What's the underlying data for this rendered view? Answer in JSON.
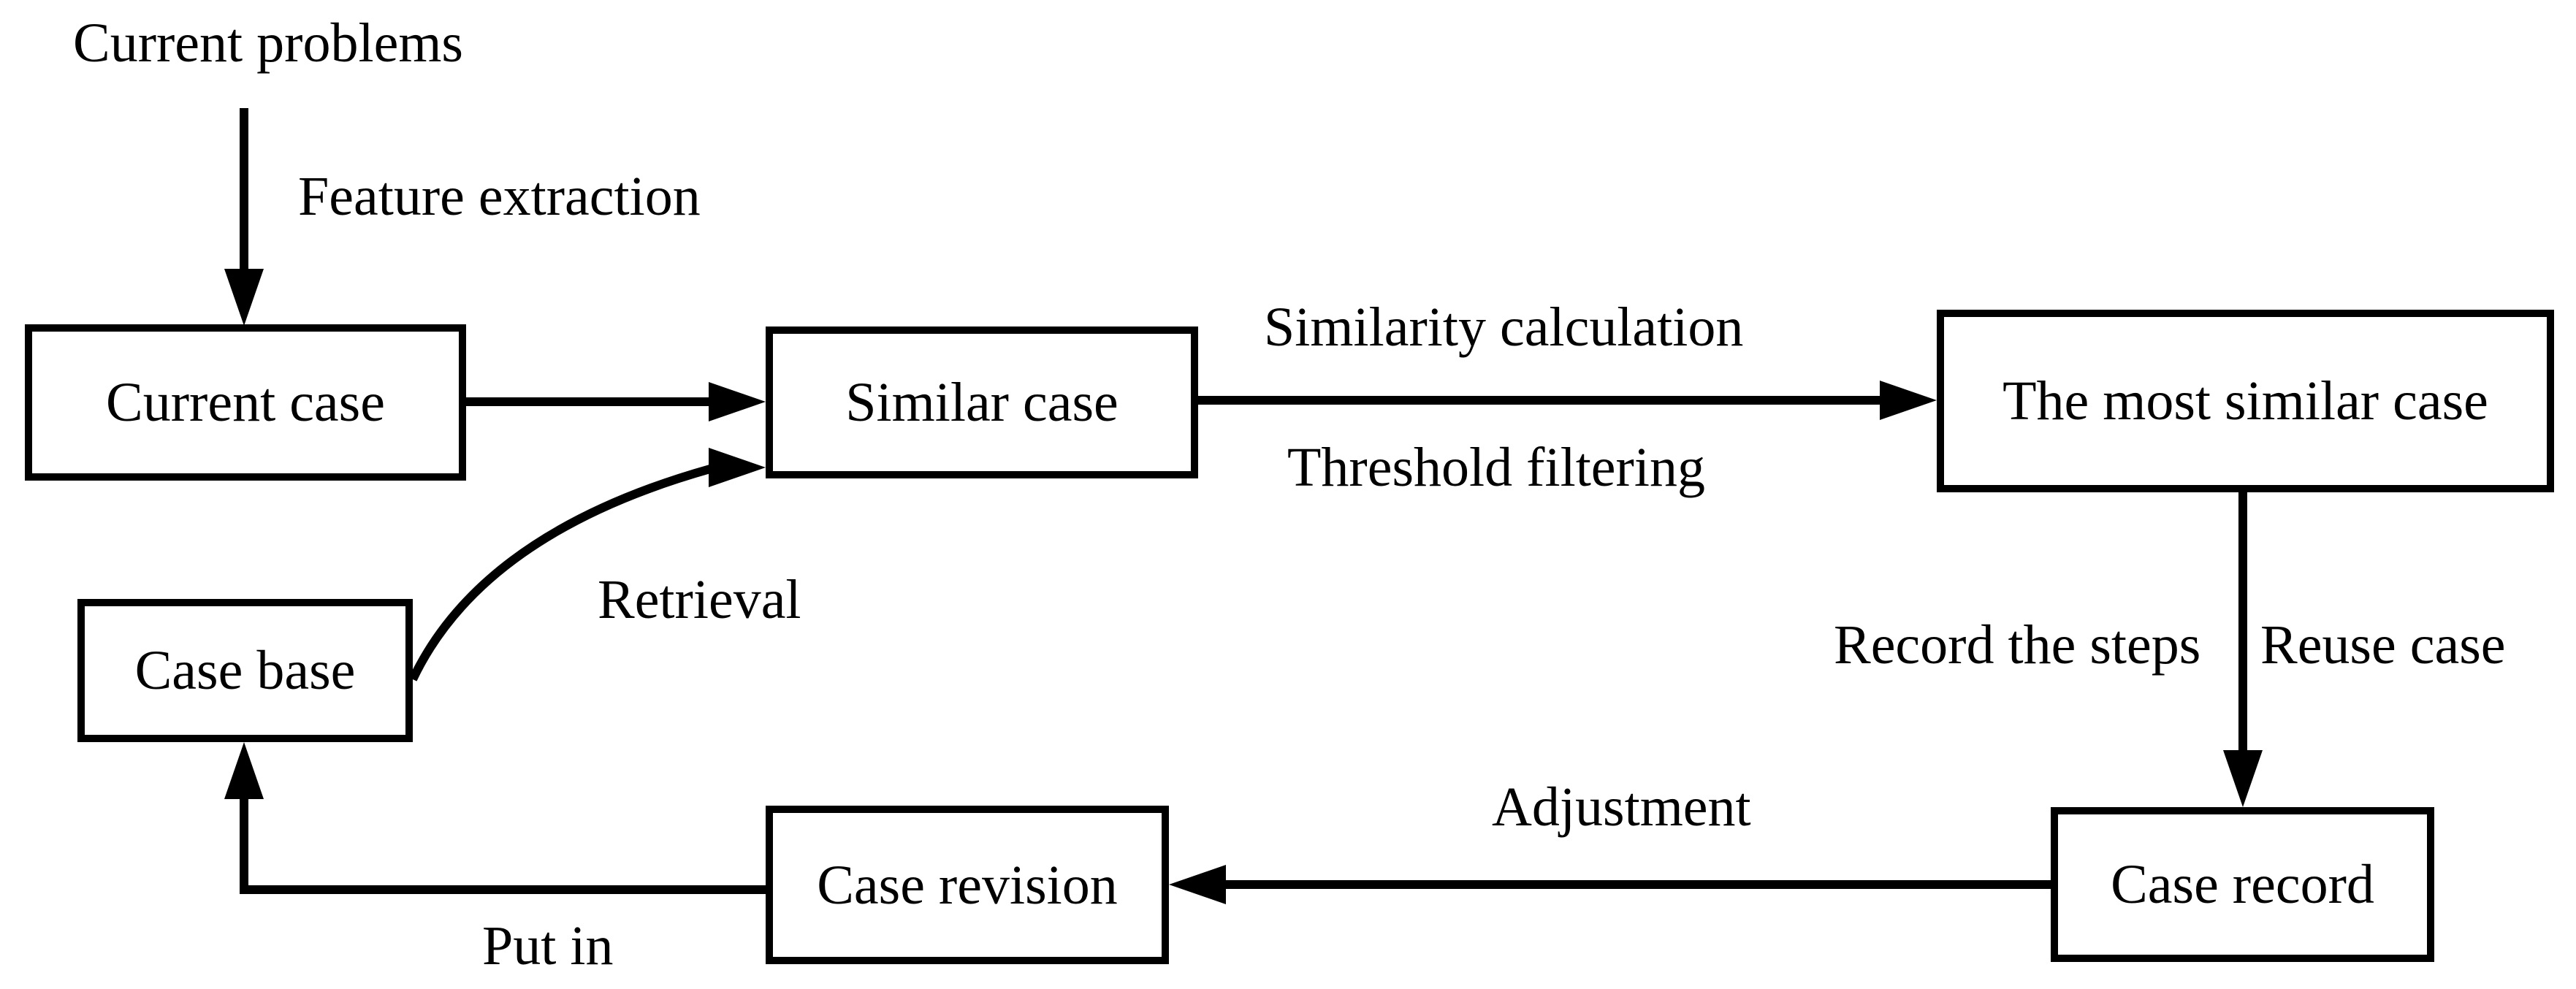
{
  "colors": {
    "ink": "#000000",
    "background": "#ffffff"
  },
  "nodes": {
    "current_case": {
      "label": "Current case"
    },
    "similar_case": {
      "label": "Similar case"
    },
    "most_similar_case": {
      "label": "The most similar case"
    },
    "case_base": {
      "label": "Case base"
    },
    "case_revision": {
      "label": "Case revision"
    },
    "case_record": {
      "label": "Case record"
    }
  },
  "labels": {
    "current_problems": "Current problems",
    "feature_extraction": "Feature extraction",
    "similarity_calculation": "Similarity calculation",
    "threshold_filtering": "Threshold filtering",
    "record_the_steps": "Record the steps",
    "reuse_case": "Reuse case",
    "adjustment": "Adjustment",
    "retrieval": "Retrieval",
    "put_in": "Put in"
  },
  "edges": [
    {
      "from": "Current problems",
      "to": "Current case",
      "label": "Feature extraction"
    },
    {
      "from": "Current case",
      "to": "Similar case",
      "label": ""
    },
    {
      "from": "Similar case",
      "to": "The most similar case",
      "label": "Similarity calculation / Threshold filtering"
    },
    {
      "from": "The most similar case",
      "to": "Case record",
      "label": "Record the steps / Reuse case"
    },
    {
      "from": "Case record",
      "to": "Case revision",
      "label": "Adjustment"
    },
    {
      "from": "Case revision",
      "to": "Case base",
      "label": "Put in"
    },
    {
      "from": "Case base",
      "to": "Similar case",
      "label": "Retrieval"
    }
  ]
}
